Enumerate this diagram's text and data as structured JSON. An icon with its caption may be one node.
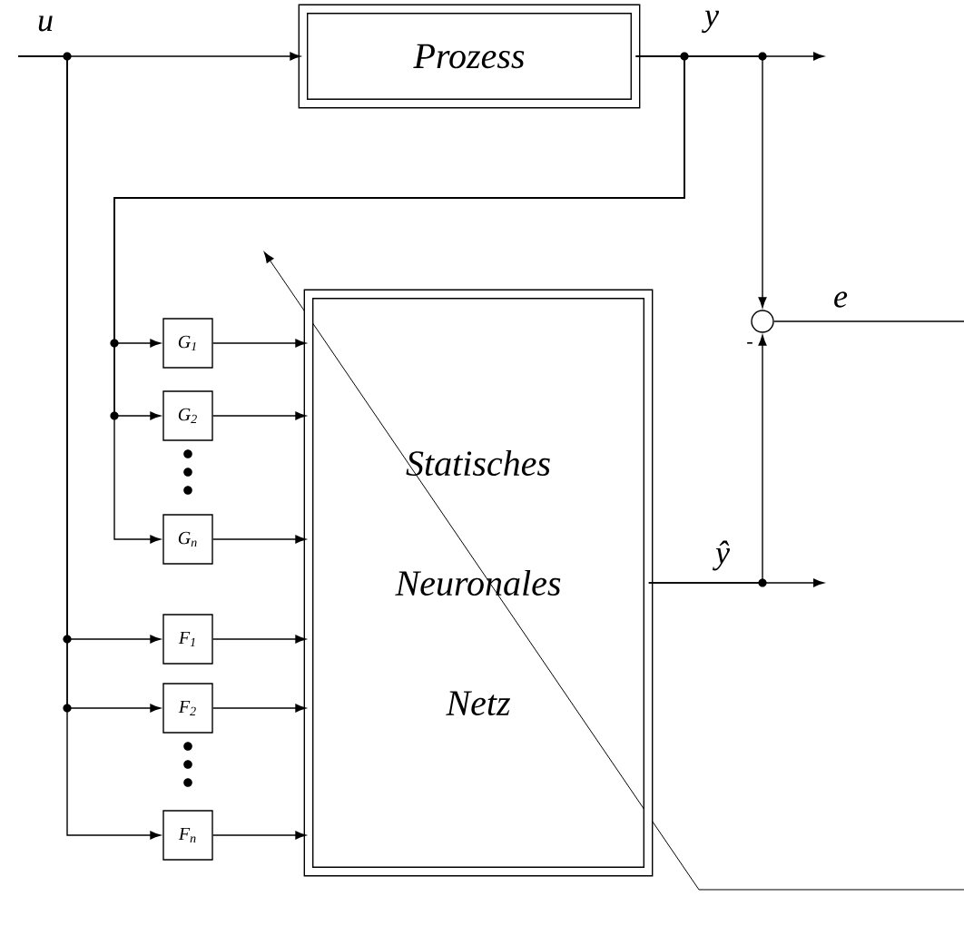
{
  "diagram": {
    "nodes": [
      {
        "text": [
          "Prozess"
        ]
      },
      {
        "text": [
          "Statisches Neuronales Netz"
        ]
      },
      {
        "text": [
          "G$_{1}$"
        ]
      },
      {
        "text": [
          "G$_{2}$"
        ]
      },
      {
        "text": [
          "G$_{n}$"
        ]
      },
      {
        "text": [
          "F$_{1}$"
        ]
      },
      {
        "text": [
          "F$_{2}$"
        ]
      },
      {
        "text": [
          "F$_{n}$"
        ]
      },
      {
        "text": [],
        "shape": "circle"
      }
    ],
    "edges": [
      {
        "from": null,
        "to": 0,
        "arrow": "to"
      },
      {
        "from": null,
        "to": 5,
        "arrow": "to"
      },
      {
        "from": null,
        "to": 6,
        "arrow": "to"
      },
      {
        "from": null,
        "to": 7,
        "arrow": "to"
      },
      {
        "from": 0,
        "to": null,
        "arrow": "to"
      },
      {
        "from": 0,
        "to": 8,
        "arrow": "to"
      },
      {
        "from": 0,
        "to": 2,
        "arrow": "to"
      },
      {
        "from": 0,
        "to": 3,
        "arrow": "to"
      },
      {
        "from": 0,
        "to": 4,
        "arrow": "to"
      },
      {
        "from": 2,
        "to": 1,
        "arrow": "to"
      },
      {
        "from": 3,
        "to": 1,
        "arrow": "to"
      },
      {
        "from": 4,
        "to": 1,
        "arrow": "to"
      },
      {
        "from": 5,
        "to": 1,
        "arrow": "to"
      },
      {
        "from": 6,
        "to": 1,
        "arrow": "to"
      },
      {
        "from": 7,
        "to": 1,
        "arrow": "to"
      },
      {
        "from": 1,
        "to": null,
        "arrow": "to"
      },
      {
        "from": 1,
        "to": 8,
        "arrow": "to"
      },
      {
        "from": 8,
        "to": null,
        "arrow": "none"
      }
    ],
    "labels": [
      "u",
      "y",
      "e",
      "-",
      "ŷ"
    ]
  }
}
